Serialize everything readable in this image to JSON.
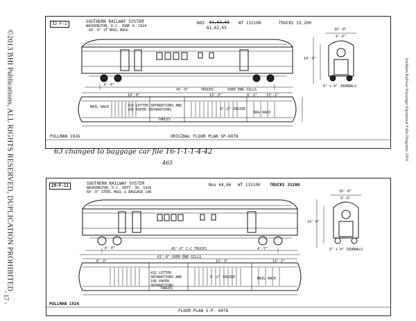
{
  "left_margin_text": "©2013 BHI Publications, ALL RIGHTS RESERVED, DUPLICATION PROHIBITED",
  "page_number": "- 17 -",
  "right_margin_text": "Southern Railway    Passenger Equipment Folio Diagrams 1954",
  "diagram1": {
    "tag": "32-F-1",
    "title": "SOUTHERN RAILWAY SYSTEM",
    "place_date": "WASHINGTON, D.C.     JUNE 4, 1924",
    "car_type": "60'-0\" ST MAIL BAGG",
    "nos_label": "NOS",
    "nos_crossed": "61,62,63",
    "nos_value": "61,62,65",
    "weight": "WT 115100",
    "trucks": "TRUCKS 33,200",
    "dims": {
      "truck_wheelbase": "6'-0\"",
      "truck_centers": "45'-0\"",
      "end_sill": "OVER END SILLS",
      "trucks_label": "TRUCKS",
      "end_width": "10'-0\"",
      "end_width2": "9'-6\"",
      "journal": "5\" x 9\" JOURNALS",
      "seg1": "19'-0\"",
      "seg2": "13'-3\"",
      "seg3": "13'-2\"",
      "door": "4'-2\"",
      "inside": "9'-2\" INSIDE",
      "height": "14'-0\""
    },
    "floor_notes": {
      "letter": "432 LETTER SEPARATIONS AND 106 PAPER SEPARATIONS",
      "tables": "TABLES",
      "mail_rack": "MAIL RACK",
      "bag_rack": "BAG RACK"
    },
    "pullman": "PULLMAN 1926",
    "caption": "ORIGINAL FLOOR PLAN SP-6078",
    "handwritten": "63  changed to baggage car file 16-1-1-1-4-42",
    "handwritten_sub": "465"
  },
  "diagram2": {
    "tag": "29-F-11",
    "title": "SOUTHERN RAILWAY SYSTEM",
    "place_date": "WASHINGTON, D.C.  SEPT. 30, 1926",
    "car_type": "60'-0\" STEEL MAIL & BAGGAGE CAR",
    "nos": "Nos 64,66",
    "weight": "WT 115100",
    "trucks": "TRUCKS 33200",
    "dims": {
      "truck_wheelbase": "8'-0\"",
      "truck_centers": "45'-0\" C-C TRUCKS",
      "end_sill": "61'-0\" OVER END SILLS",
      "end_width": "10'-0\"",
      "end_width2": "9'-6\"",
      "journal": "5\" x 9\" JOURNALS",
      "seg1": "8'-3\"",
      "seg2": "13'-3\"",
      "seg3": "13'-2\"",
      "door": "4'-7\"",
      "inside": "9'-2\" INSIDE",
      "height": "14'-0\""
    },
    "floor_notes": {
      "letter": "432 LETTER SEPARATIONS AND 106 PAPER SEPARATIONS",
      "tables": "TABLES",
      "mail_rack": "MAIL RACK"
    },
    "pullman": "PULLMAN 1926",
    "caption": "FLOOR PLAN S.P. 6078"
  }
}
